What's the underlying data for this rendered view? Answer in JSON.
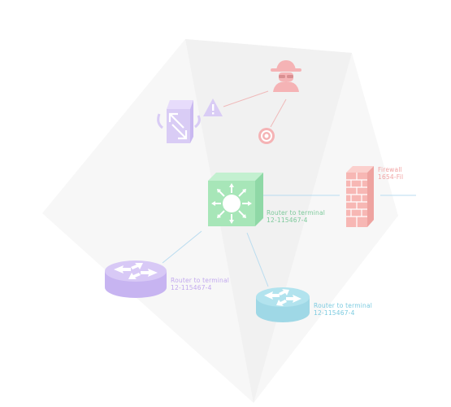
{
  "colors": {
    "background": "#ffffff",
    "region_light": "#f7f7f7",
    "region_mid": "#f2f2f2",
    "switch": "#a7e6b8",
    "threat": "#f5b3b5",
    "firewall": "#f7b7b4",
    "router_purple": "#d8c9f6",
    "router_cyan": "#b2e3ee",
    "server": "#d9ccf5",
    "link_blue": "#b9dcf0",
    "link_red": "#f0b9b9",
    "label_green": "#7cc99a",
    "label_red": "#f1a3a3",
    "label_purple": "#c2a9ee",
    "label_cyan": "#7ccbe0"
  },
  "nodes": {
    "attacker": {
      "icon": "spy-attacker-icon"
    },
    "warning": {
      "icon": "warning-triangle-icon"
    },
    "server": {
      "icon": "server-sync-icon"
    },
    "target": {
      "icon": "target-icon"
    },
    "switch": {
      "icon": "layer3-switch-icon",
      "label_line1": "Router to terminal",
      "label_line2": "12-115467-4"
    },
    "firewall": {
      "icon": "brick-firewall-icon",
      "label_line1": "Firewall",
      "label_line2": "1654-Fil"
    },
    "router_left": {
      "icon": "router-icon",
      "label_line1": "Router to terminal",
      "label_line2": "12-115467-4"
    },
    "router_bottom": {
      "icon": "router-icon",
      "label_line1": "Router to terminal",
      "label_line2": "12-115467-4"
    }
  }
}
